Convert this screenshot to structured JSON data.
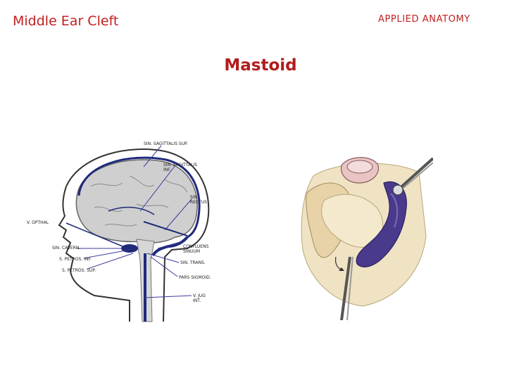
{
  "header": {
    "left_title": "Middle Ear Cleft",
    "right_title": "APPLIED ANATOMY"
  },
  "slide_title": "Mastoid",
  "left_figure": {
    "labels": {
      "sin_sagittalis_sup": "SIN. SAGITTALIS SUP.",
      "sin_sagittalis_inf": "SIN. SAGITTALIS\nINF.",
      "sin_rectus": "SIN.\nRECTUS",
      "v_opthal": "V. OPTHAL",
      "sin_cavern": "SIN. CAVERN.",
      "confluens_sinuum": "CONFLUENS\nSINUUM",
      "s_petros_inf": "S. PETROS. INF.",
      "sin_trans": "SIN. TRANS.",
      "s_petros_sup": "S. PETROS. SUP.",
      "pars_sigmoid": "PARS SIGMOID.",
      "v_jug_int": "V. JUG\nINT."
    }
  },
  "colors": {
    "accent_red": "#c0211f",
    "sinus_blue": "#1f2a7a",
    "vein_purple": "#4a3a8c"
  }
}
